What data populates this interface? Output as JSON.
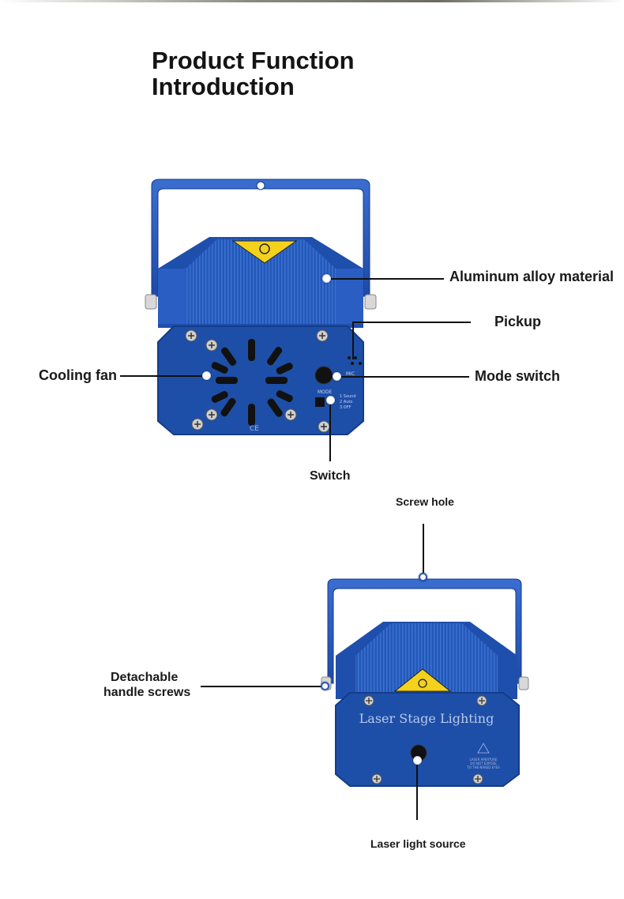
{
  "title": {
    "line1": "Product Function",
    "line2": "Introduction"
  },
  "callouts": {
    "aluminum": "Aluminum alloy material",
    "pickup": "Pickup",
    "cooling_fan": "Cooling fan",
    "mode_switch": "Mode switch",
    "switch": "Switch",
    "screw_hole": "Screw hole",
    "detachable_line1": "Detachable",
    "detachable_line2": "handle screws",
    "laser_source": "Laser light source"
  },
  "device_front": {
    "mode_label": "MODE",
    "mic_label": "MIC",
    "modes": [
      "1 Sound",
      "2 Auto",
      "3 OFF"
    ]
  },
  "device_back": {
    "brand_text": "Laser Stage Lighting",
    "warning_lines": [
      "LASER APERTURE",
      "DO NOT EXPOSE",
      "TO THE NAKED EYES"
    ]
  },
  "colors": {
    "body_blue": "#1d4fae",
    "panel_blue": "#1e4fa8",
    "handle_blue": "#2a5cc0",
    "warning_yellow": "#f4d21c"
  }
}
